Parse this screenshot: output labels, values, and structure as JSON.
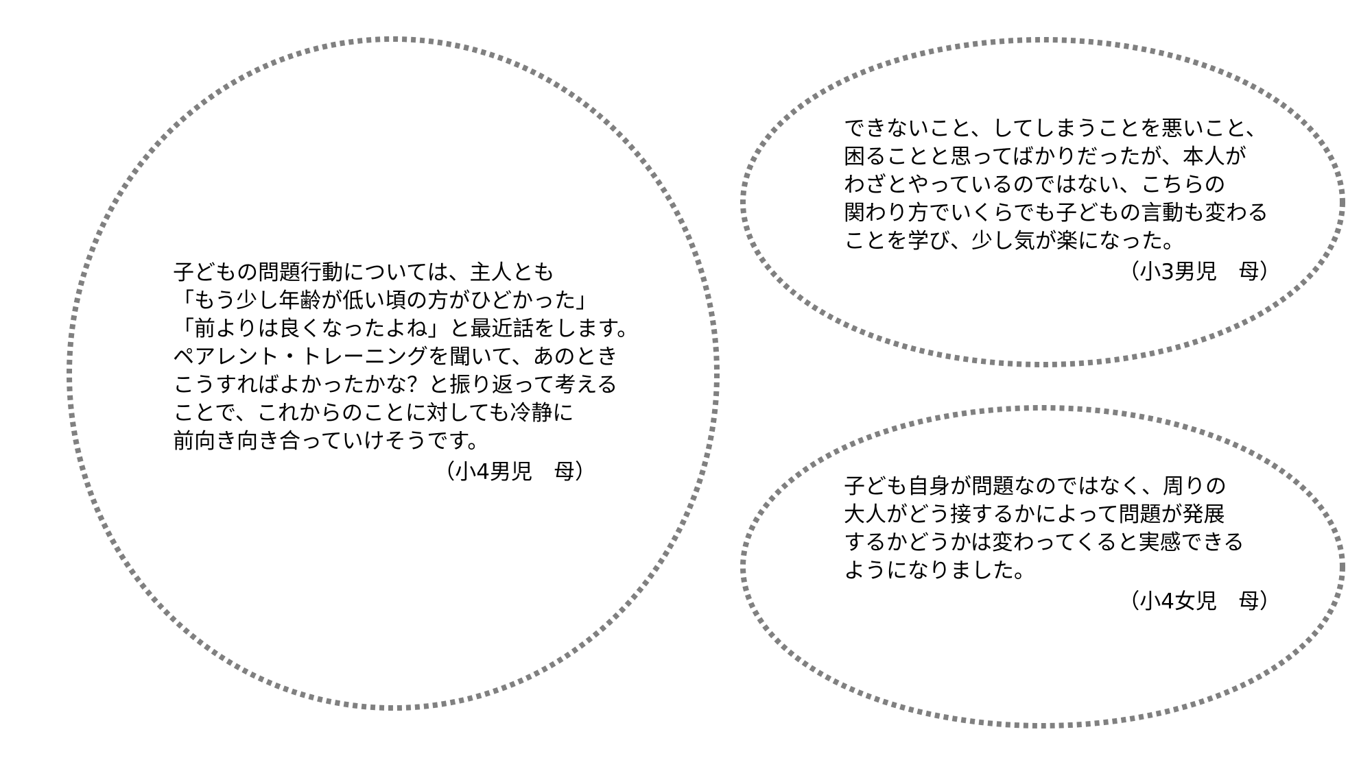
{
  "colors": {
    "bubble_border": "#808080",
    "text": "#000000",
    "background": "#ffffff"
  },
  "comments": [
    {
      "lines": [
        "子どもの問題行動については、主人とも",
        "「もう少し年齢が低い頃の方がひどかった」",
        "「前よりは良くなったよね」と最近話をします。",
        "ペアレント・トレーニングを聞いて、あのとき",
        "こうすればよかったかな？と振り返って考える",
        "ことで、これからのことに対しても冷静に",
        "前向き向き合っていけそうです。"
      ],
      "attribution": "（小4男児　母）"
    },
    {
      "lines": [
        "できないこと、してしまうことを悪いこと、",
        "困ることと思ってばかりだったが、本人が",
        "わざとやっているのではない、こちらの",
        "関わり方でいくらでも子どもの言動も変わる",
        "ことを学び、少し気が楽になった。"
      ],
      "attribution": "（小3男児　母）"
    },
    {
      "lines": [
        "子ども自身が問題なのではなく、周りの",
        "大人がどう接するかによって問題が発展",
        "するかどうかは変わってくると実感できる",
        "ようになりました。"
      ],
      "attribution": "（小4女児　母）"
    }
  ]
}
